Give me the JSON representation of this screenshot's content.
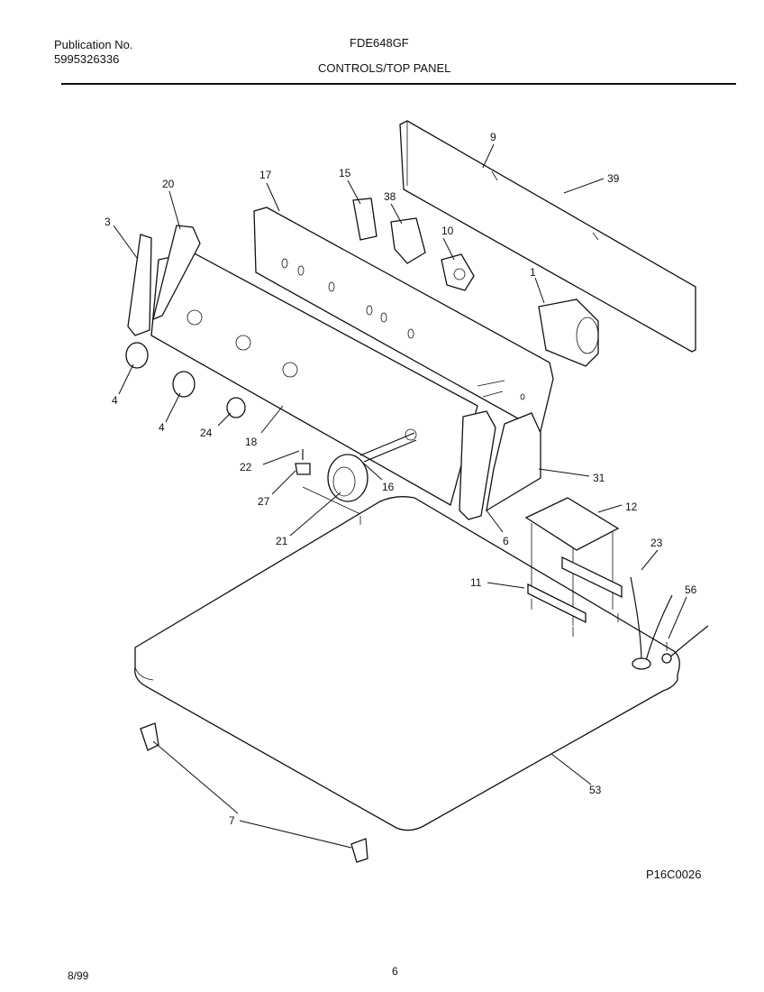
{
  "header": {
    "publication_label": "Publication No.",
    "publication_number": "5995326336",
    "model": "FDE648GF",
    "section_title": "CONTROLS/TOP PANEL"
  },
  "callouts": {
    "c1": "1",
    "c3": "3",
    "c4a": "4",
    "c4b": "4",
    "c6": "6",
    "c7": "7",
    "c9": "9",
    "c10": "10",
    "c11": "11",
    "c12": "12",
    "c15": "15",
    "c16": "16",
    "c17": "17",
    "c18": "18",
    "c20": "20",
    "c21": "21",
    "c22": "22",
    "c23": "23",
    "c24": "24",
    "c27": "27",
    "c31": "31",
    "c38": "38",
    "c39": "39",
    "c53": "53",
    "c56": "56"
  },
  "footer": {
    "figure_code": "P16C0026",
    "date": "8/99",
    "page": "6"
  }
}
